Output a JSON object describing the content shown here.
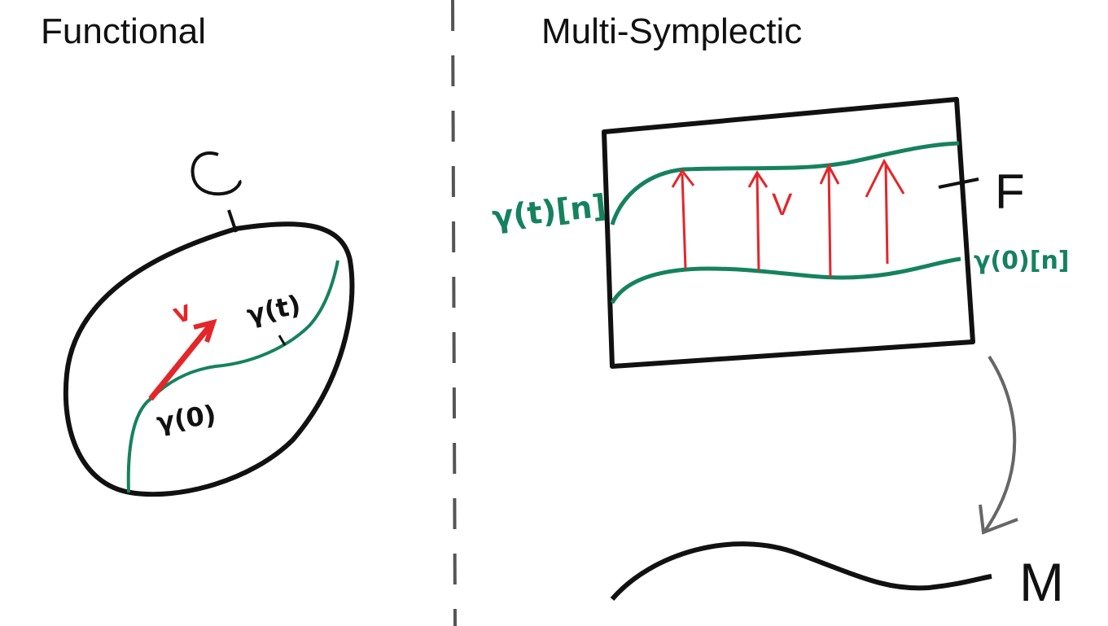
{
  "panels": {
    "left": {
      "title": "Functional"
    },
    "right": {
      "title": "Multi-Symplectic"
    }
  },
  "left_diagram": {
    "manifold_label": "C",
    "vector_label": "V",
    "curve_label_t": "γ(t)",
    "curve_label_0": "γ(0)"
  },
  "right_diagram": {
    "fiber_label": "F",
    "base_label": "M",
    "vector_label": "V",
    "curve_label_t": "γ(t)[n]",
    "curve_label_0": "γ(0)[n]"
  },
  "colors": {
    "ink": "#111111",
    "curve": "#15825e",
    "vector": "#e3262a",
    "divider": "#555555",
    "projection_arrow": "#666666"
  }
}
